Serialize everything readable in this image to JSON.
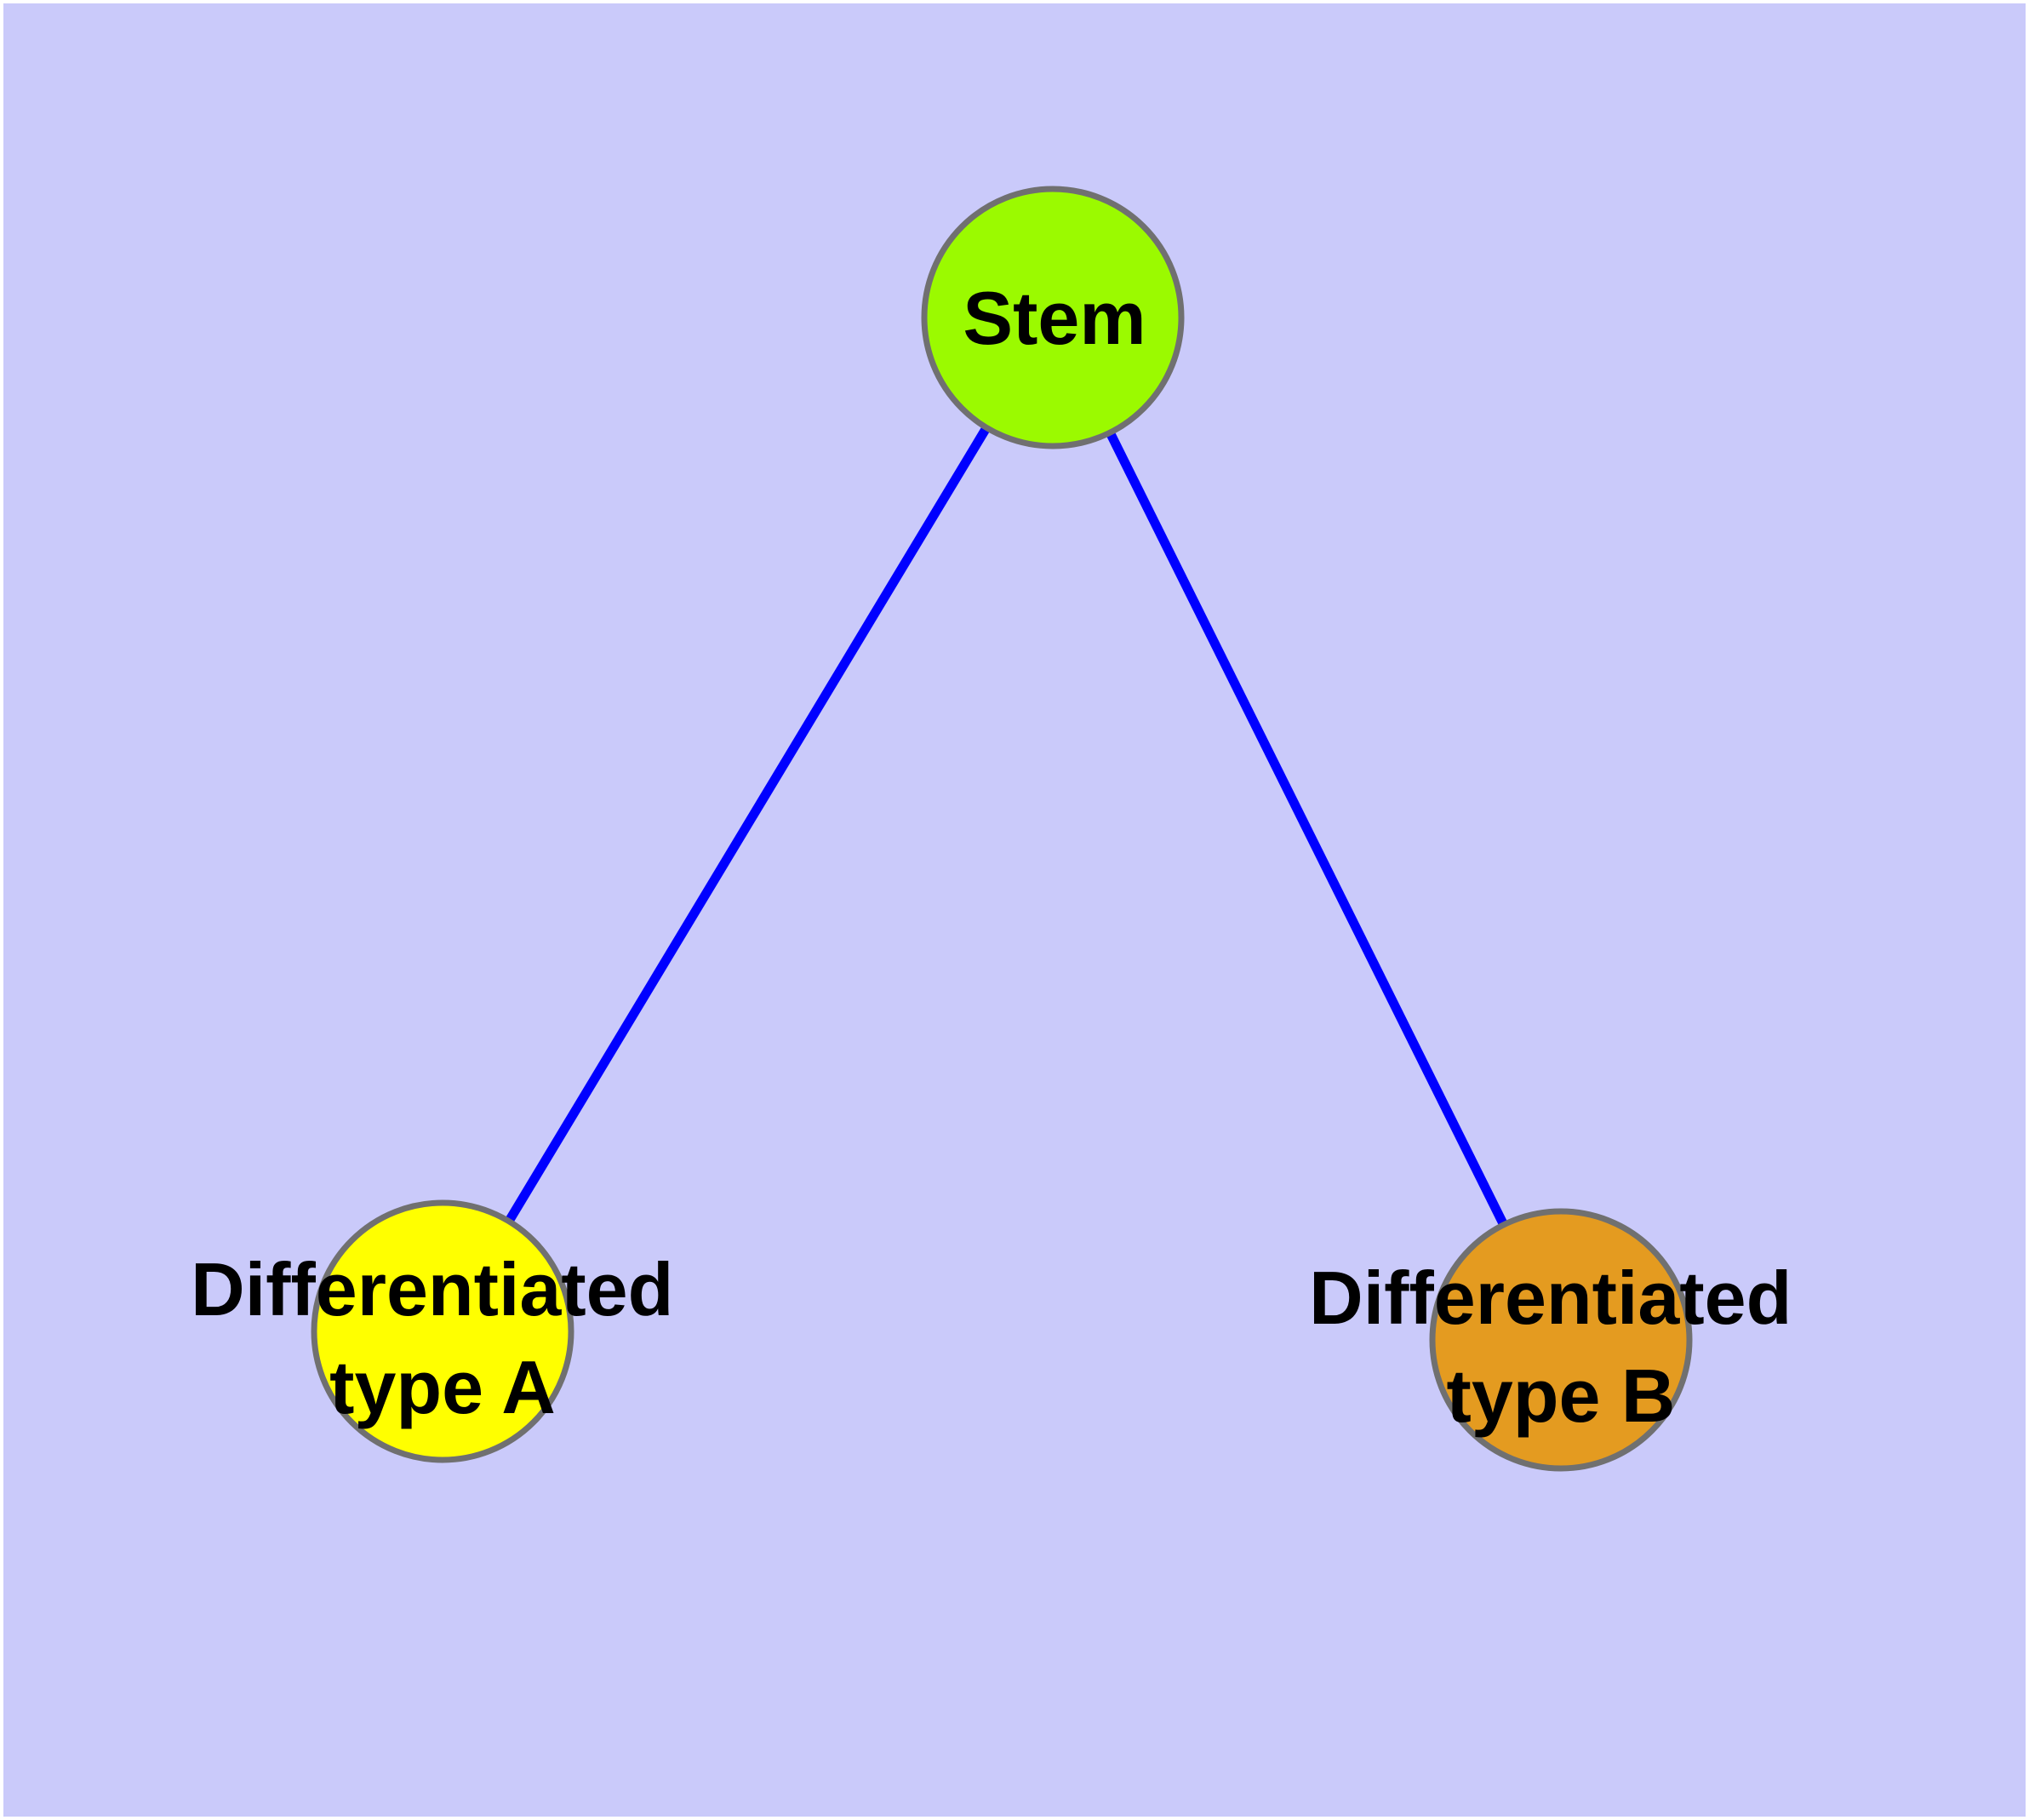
{
  "diagram": {
    "background_color": "#cacafa",
    "frame_color": "#ffffff",
    "edge_color": "#0000ff",
    "node_border_color": "#707070",
    "label_color": "#000000",
    "nodes": [
      {
        "id": "stem",
        "label_lines": [
          "Stem"
        ],
        "fill": "#9bfa00"
      },
      {
        "id": "type-a",
        "label_lines": [
          "Differentiated",
          "type A"
        ],
        "fill": "#ffff00"
      },
      {
        "id": "type-b",
        "label_lines": [
          "Differentiated",
          "type B"
        ],
        "fill": "#e49b20"
      }
    ],
    "edges": [
      {
        "from": "Stem",
        "to": "Differentiated type A"
      },
      {
        "from": "Stem",
        "to": "Differentiated type B"
      }
    ]
  }
}
